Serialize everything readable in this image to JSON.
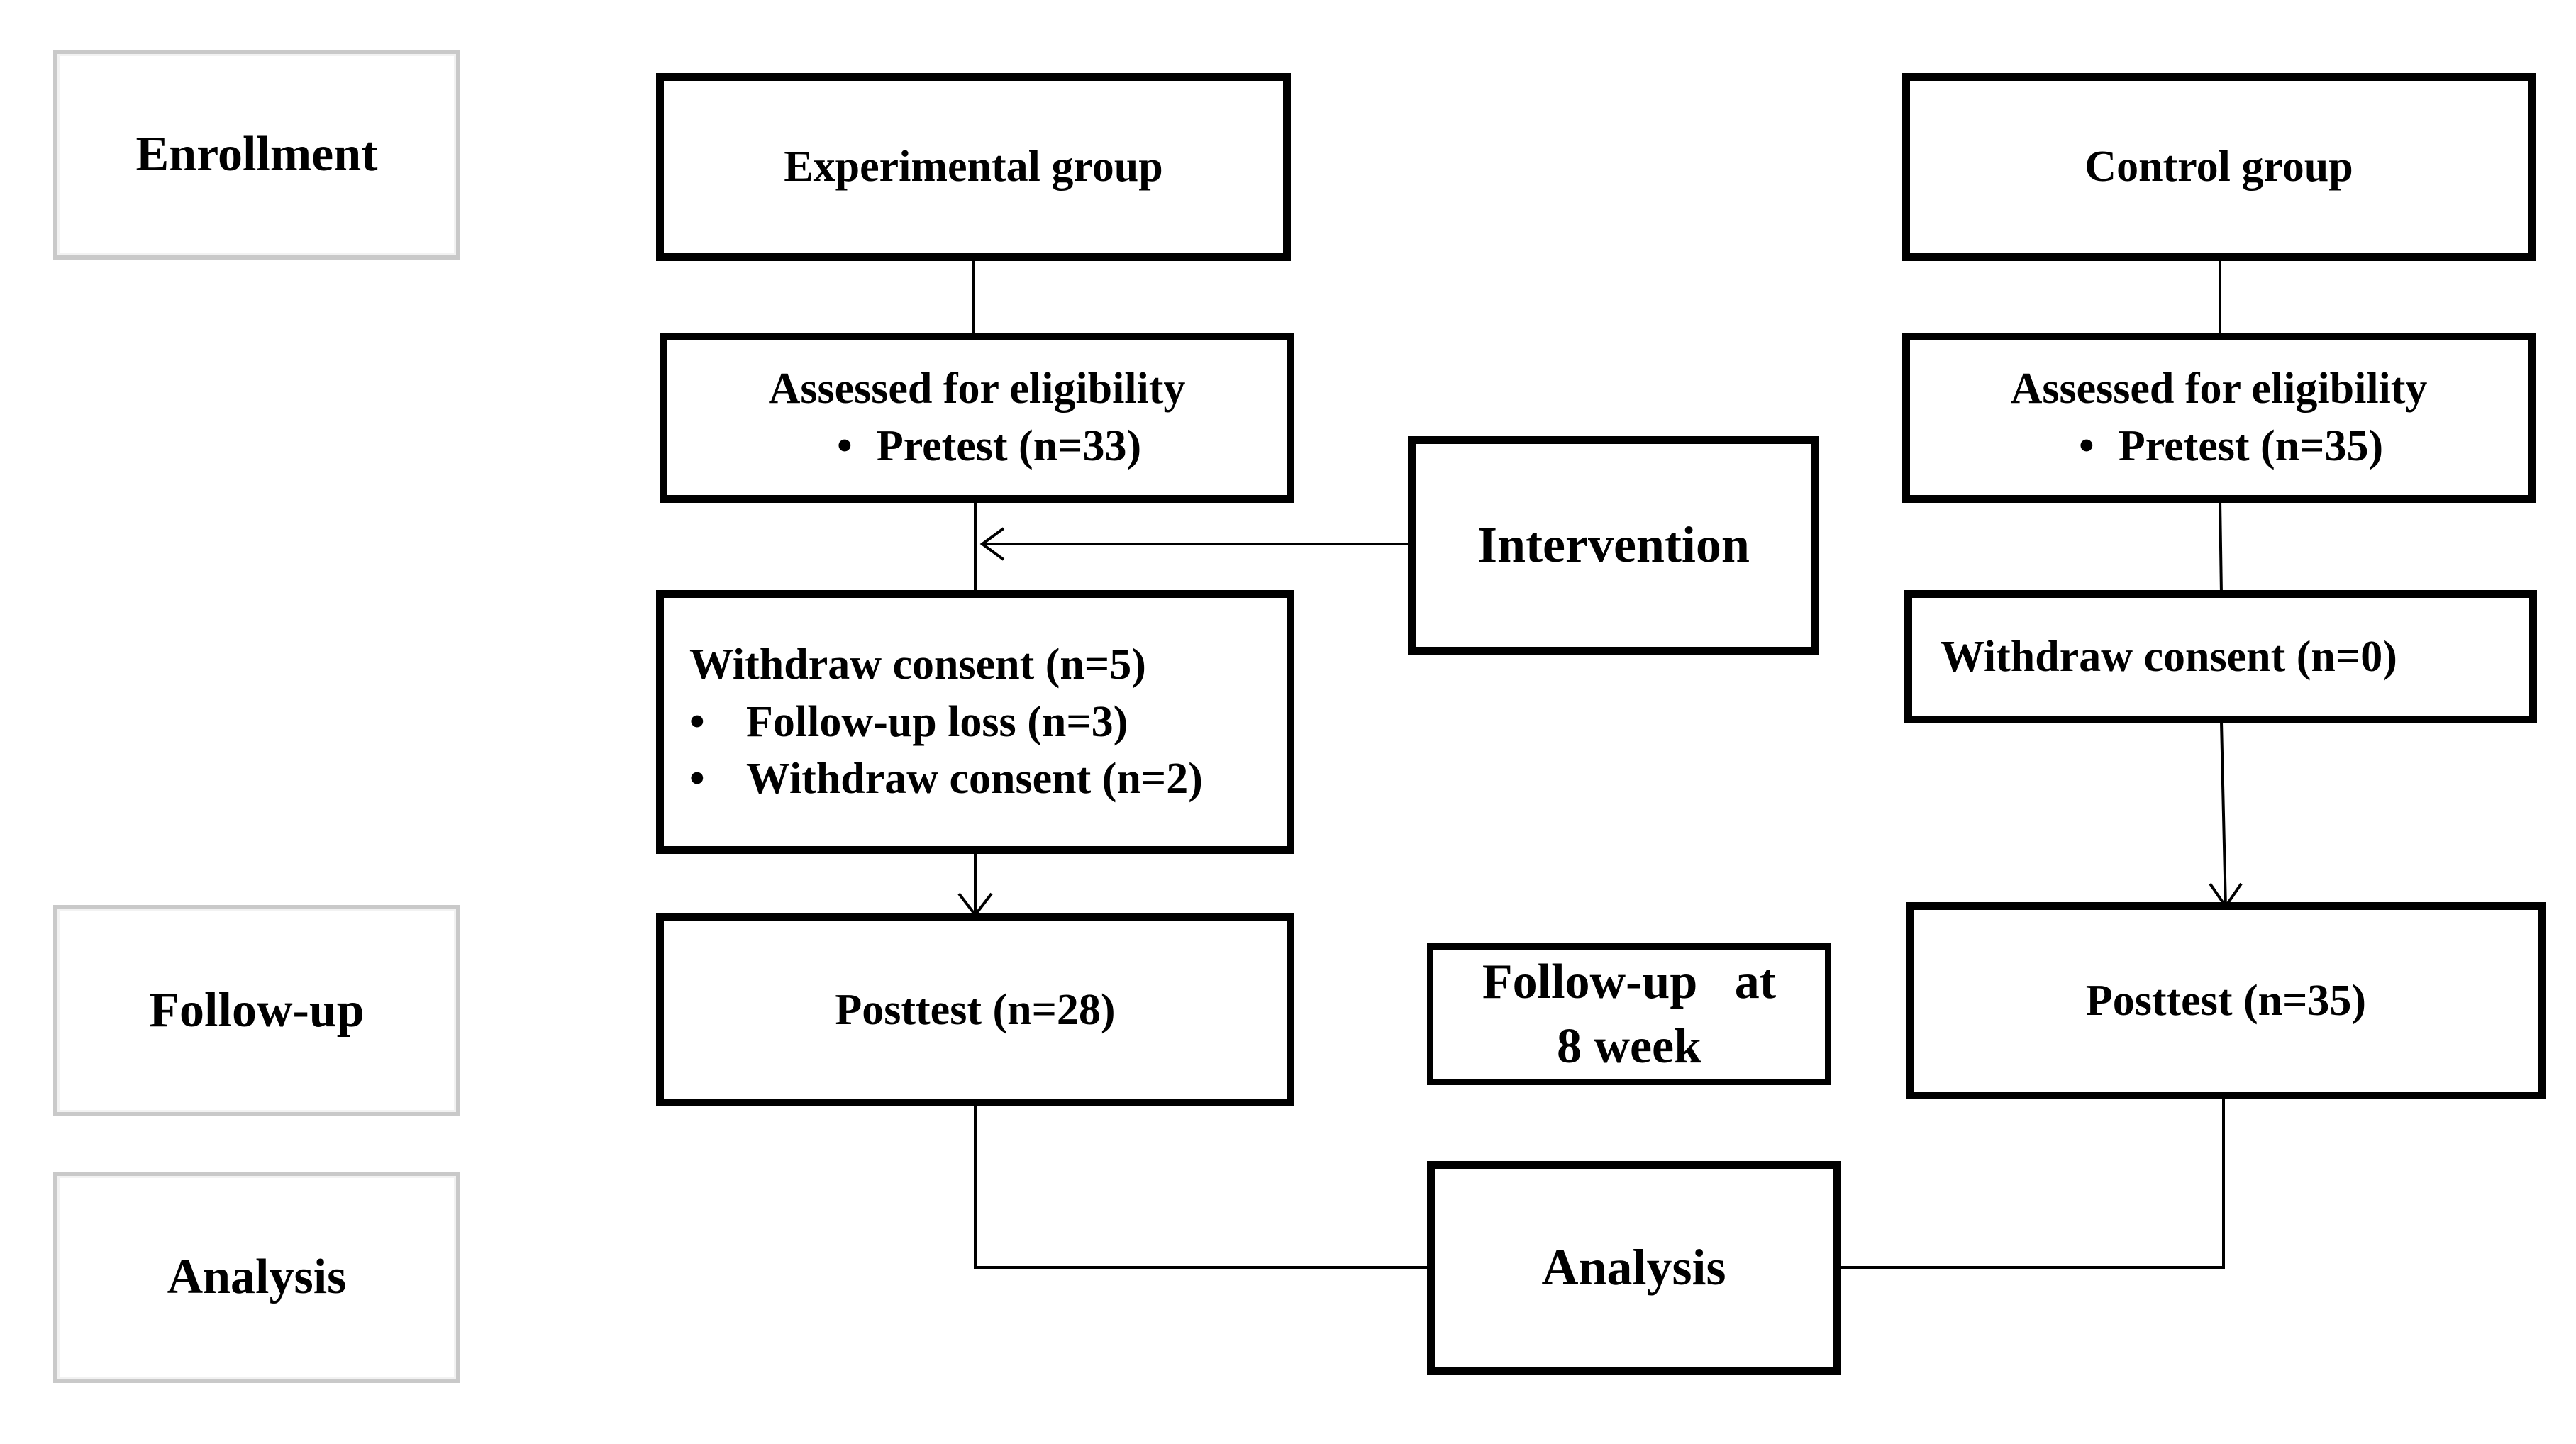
{
  "stages": {
    "enrollment": "Enrollment",
    "follow_up": "Follow-up",
    "analysis": "Analysis"
  },
  "experimental": {
    "title": "Experimental group",
    "assessed": "Assessed for eligibility",
    "pretest": "Pretest (n=33)",
    "withdraw": "Withdraw consent (n=5)",
    "follow_up_loss": "Follow-up loss (n=3)",
    "withdraw_sub": "Withdraw consent (n=2)",
    "posttest": "Posttest (n=28)"
  },
  "control": {
    "title": "Control group",
    "assessed": "Assessed for eligibility",
    "pretest": "Pretest (n=35)",
    "withdraw": "Withdraw consent (n=0)",
    "posttest": "Posttest (n=35)"
  },
  "intervention": "Intervention",
  "follow_up_week_line1": "Follow-up   at",
  "follow_up_week_line2": "8 week",
  "analysis": "Analysis",
  "bullet": "•"
}
